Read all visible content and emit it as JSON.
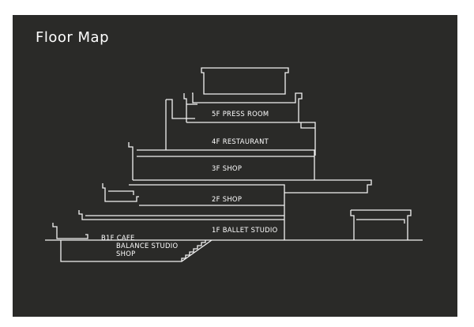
{
  "title": "Floor Map",
  "floors": {
    "f5": "5F  PRESS ROOM",
    "f4": "4F  RESTAURANT",
    "f3": "3F  SHOP",
    "f2": "2F  SHOP",
    "f1": "1F  BALLET STUDIO",
    "b1_line1": "B1F  CAFE",
    "b1_line2": "BALANCE STUDIO",
    "b1_line3": "SHOP"
  },
  "colors": {
    "background": "#2a2a28",
    "lines": "#f2f2f2",
    "text": "#ffffff"
  }
}
